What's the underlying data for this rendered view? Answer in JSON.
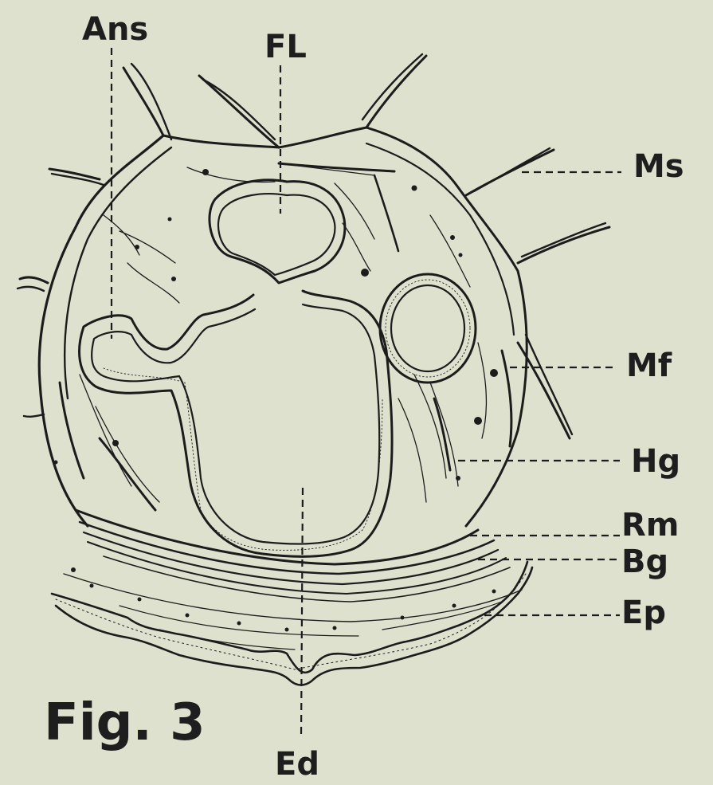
{
  "figure": {
    "caption": "Fig. 3",
    "labels": {
      "ans": "Ans",
      "fl": "FL",
      "ms": "Ms",
      "mf": "Mf",
      "hg": "Hg",
      "rm": "Rm",
      "bg": "Bg",
      "ep": "Ep",
      "ed": "Ed"
    }
  }
}
